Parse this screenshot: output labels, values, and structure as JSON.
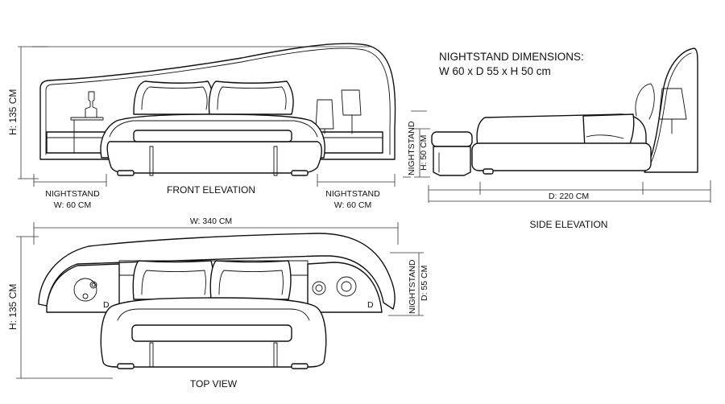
{
  "header": {
    "line1": "NIGHTSTAND DIMENSIONS:",
    "line2": "W 60 x D 55 x H 50 cm"
  },
  "front": {
    "title": "FRONT ELEVATION",
    "height": "H: 135 CM",
    "left_stand_label": "NIGHTSTAND",
    "left_stand_width": "W: 60 CM",
    "right_stand_label": "NIGHTSTAND",
    "right_stand_width": "W: 60 CM"
  },
  "side": {
    "title": "SIDE ELEVATION",
    "stand_label": "NIGHTSTAND",
    "stand_height": "H: 50 CM",
    "depth": "D: 220 CM"
  },
  "top": {
    "title": "TOP VIEW",
    "width": "W: 340 CM",
    "height": "H: 135 CM",
    "stand_label": "NIGHTSTAND",
    "stand_depth": "D: 55 CM",
    "left_mark": "D",
    "right_mark": "D"
  }
}
